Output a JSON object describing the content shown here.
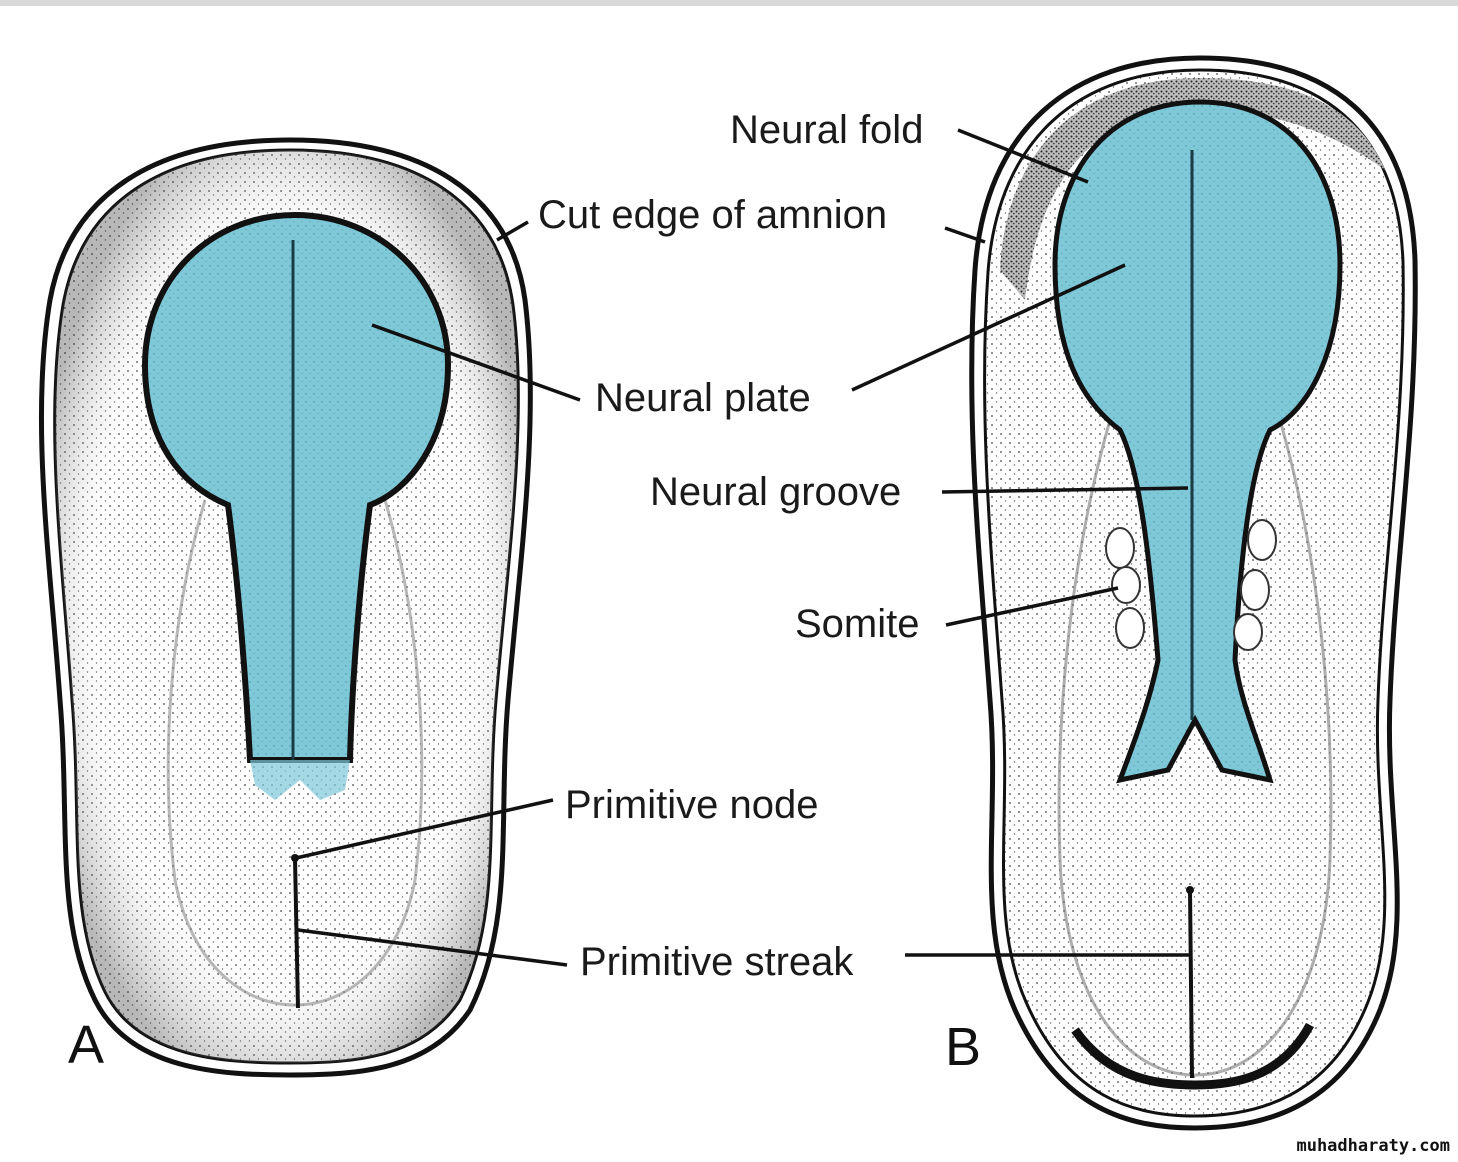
{
  "labels": {
    "neural_fold": "Neural fold",
    "cut_edge_of_amnion": "Cut edge of amnion",
    "neural_plate": "Neural plate",
    "neural_groove": "Neural groove",
    "somite": "Somite",
    "primitive_node": "Primitive node",
    "primitive_streak": "Primitive streak"
  },
  "panels": {
    "a": "A",
    "b": "B"
  },
  "watermark": "muhadharaty.com",
  "colors": {
    "neural_tissue": "#7ec8d8",
    "outline": "#111111"
  }
}
